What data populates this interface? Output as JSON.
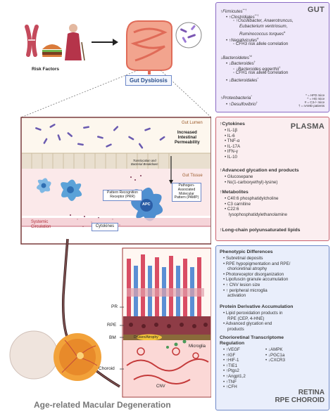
{
  "left": {
    "risk_factors": "Risk Factors",
    "gut_dysbiosis": "Gut Dysbiosis",
    "gut_lumen": "Gut Lumen",
    "gut_tissue": "Gut Tissue",
    "increased_permeability": "Increased\nIntestinal\nPermeability",
    "translocation": "Translocation and\nBacterial Breakdown",
    "prr": "Pattern Recognition\nReceptor (PRR)",
    "pamp": "Pathogen-\nAssociated\nMolecular\nPattern (PAMP)",
    "apc": "APC",
    "systemic": "Systemic\nCirculation",
    "cytokines": "Cytokines",
    "pr": "PR",
    "rpe": "RPE",
    "bm": "BM",
    "drusen": "Drusen/Atrophy",
    "microglia": "Microglia",
    "choroid": "Choroid",
    "cnv": "CNV",
    "title": "Age-related Macular Degeneration"
  },
  "gut": {
    "title": "GUT",
    "l1": "↑Firmicutes",
    "l1_sup": "*^†",
    "l2": "↑Clostridiales",
    "l2_sup": "*^†",
    "l3": "↑Oscillibacter, Anaerotruncus,",
    "l4": "Eubacterium ventriosum,",
    "l5": "Ruminococcus torques",
    "l5_sup": "#",
    "l6": "↑Negativicutes",
    "l6_sup": "#",
    "l7": "CFH3 risk allele correlation",
    "l8": "↓Bacteroidetes",
    "l8_sup": "*#",
    "l9": "↓Bacteroides",
    "l9_sup": "†",
    "l10": "↓Bacteroides eggerthii",
    "l10_sup": "†",
    "l11": "CFH1 risk allele correlation",
    "l12": "↓Bacteroidales",
    "l12_sup": "*",
    "l13": "↑Proteobacteria",
    "l13_sup": "*",
    "l14": "↑Desulfovibrio",
    "l14_sup": "†",
    "legend": [
      "* = HFD mice",
      "^ = HG mice",
      "# = C3-/- mice",
      "† = nAMD patients"
    ]
  },
  "plasma": {
    "title": "PLASMA",
    "cyto_head": "↑Cytokines",
    "cyto": [
      "IL-1β",
      "IL-6",
      "TNF-α",
      "IL-17A",
      "IFN-γ",
      "IL-10"
    ],
    "age_head": "↑Advanced glycation end products",
    "age": [
      "Glucosepane",
      "Nε(1-carboxyethyl)-lysine)"
    ],
    "met_head": "↑Metabolites",
    "met": [
      "C40:6 phosphatidylcholine",
      "C3 carnitine",
      "C22:6",
      "lysophosphatidylethanolamine"
    ],
    "lipids": "↑Long-chain polyunsaturated lipids"
  },
  "retina": {
    "title1": "RETINA",
    "title2": "RPE CHOROID",
    "pheno_head": "Phenotypic Differences",
    "pheno": [
      "Subretinal deposits",
      "RPE hypopigmentation and RPE/",
      "chorioretinal atrophy",
      "Photoreceptor disorganization",
      "Lipofuscin granule accumulation",
      "↑ CNV lesion size",
      "↑ peripheral microglia",
      "activation"
    ],
    "pheno_bullets": [
      true,
      true,
      false,
      true,
      true,
      true,
      true,
      false
    ],
    "prot_head": "Protein Derivative Accumulation",
    "prot": [
      "Lipid peroxidation products in",
      "RPE (CEP, 4-HNE)",
      "Advanced glycation end",
      "products"
    ],
    "prot_bullets": [
      true,
      false,
      true,
      false
    ],
    "trans_head1": "Chorioretinal Transcriptome",
    "trans_head2": "Regulation",
    "trans_left": [
      "↑VEGF",
      "↑IGF",
      "↑HIF-1",
      "↑TIE1",
      "↑Ptgs2",
      "↑Angpt1,2",
      "↑TNF",
      "↑CFH"
    ],
    "trans_right": [
      "↓AMPK",
      "↓PGC1a",
      "↓CXCR3"
    ]
  }
}
